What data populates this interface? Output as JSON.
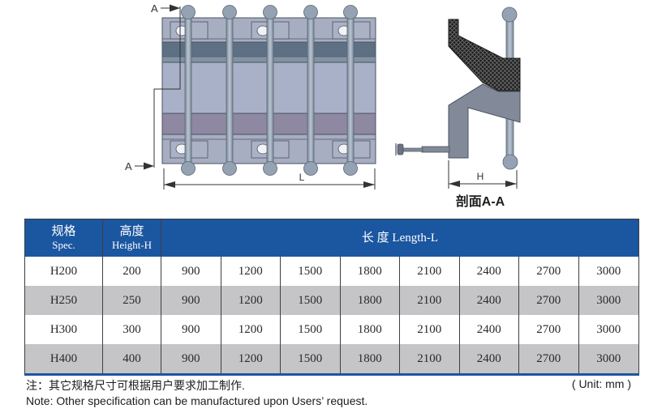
{
  "drawing": {
    "front_view": {
      "section_marker_top": "A",
      "section_marker_bottom": "A",
      "length_dim_label": "L"
    },
    "section_view": {
      "height_dim_label": "H",
      "caption": "剖面A-A"
    }
  },
  "table": {
    "header": {
      "spec_cn": "规格",
      "spec_en": "Spec.",
      "height_cn": "高度",
      "height_en": "Height-H",
      "length_label": "长 度 Length-L"
    },
    "rows": [
      {
        "spec": "H200",
        "height": "200",
        "l": [
          "900",
          "1200",
          "1500",
          "1800",
          "2100",
          "2400",
          "2700",
          "3000"
        ]
      },
      {
        "spec": "H250",
        "height": "250",
        "l": [
          "900",
          "1200",
          "1500",
          "1800",
          "2100",
          "2400",
          "2700",
          "3000"
        ]
      },
      {
        "spec": "H300",
        "height": "300",
        "l": [
          "900",
          "1200",
          "1500",
          "1800",
          "2100",
          "2400",
          "2700",
          "3000"
        ]
      },
      {
        "spec": "H400",
        "height": "400",
        "l": [
          "900",
          "1200",
          "1500",
          "1800",
          "2100",
          "2400",
          "2700",
          "3000"
        ]
      }
    ]
  },
  "notes": {
    "unit": "( Unit: mm )",
    "cn": "注：其它规格尺寸可根据用户要求加工制作.",
    "en": "Note: Other specification can be manufactured upon Users’ request."
  },
  "colors": {
    "header_blue": "#1b56a0",
    "row_gray": "#c5c5c8",
    "body_light": "#a7aec2",
    "band_dark": "#5d7084",
    "band_purple": "#8e88a2",
    "bracket_gray": "#828a99"
  }
}
